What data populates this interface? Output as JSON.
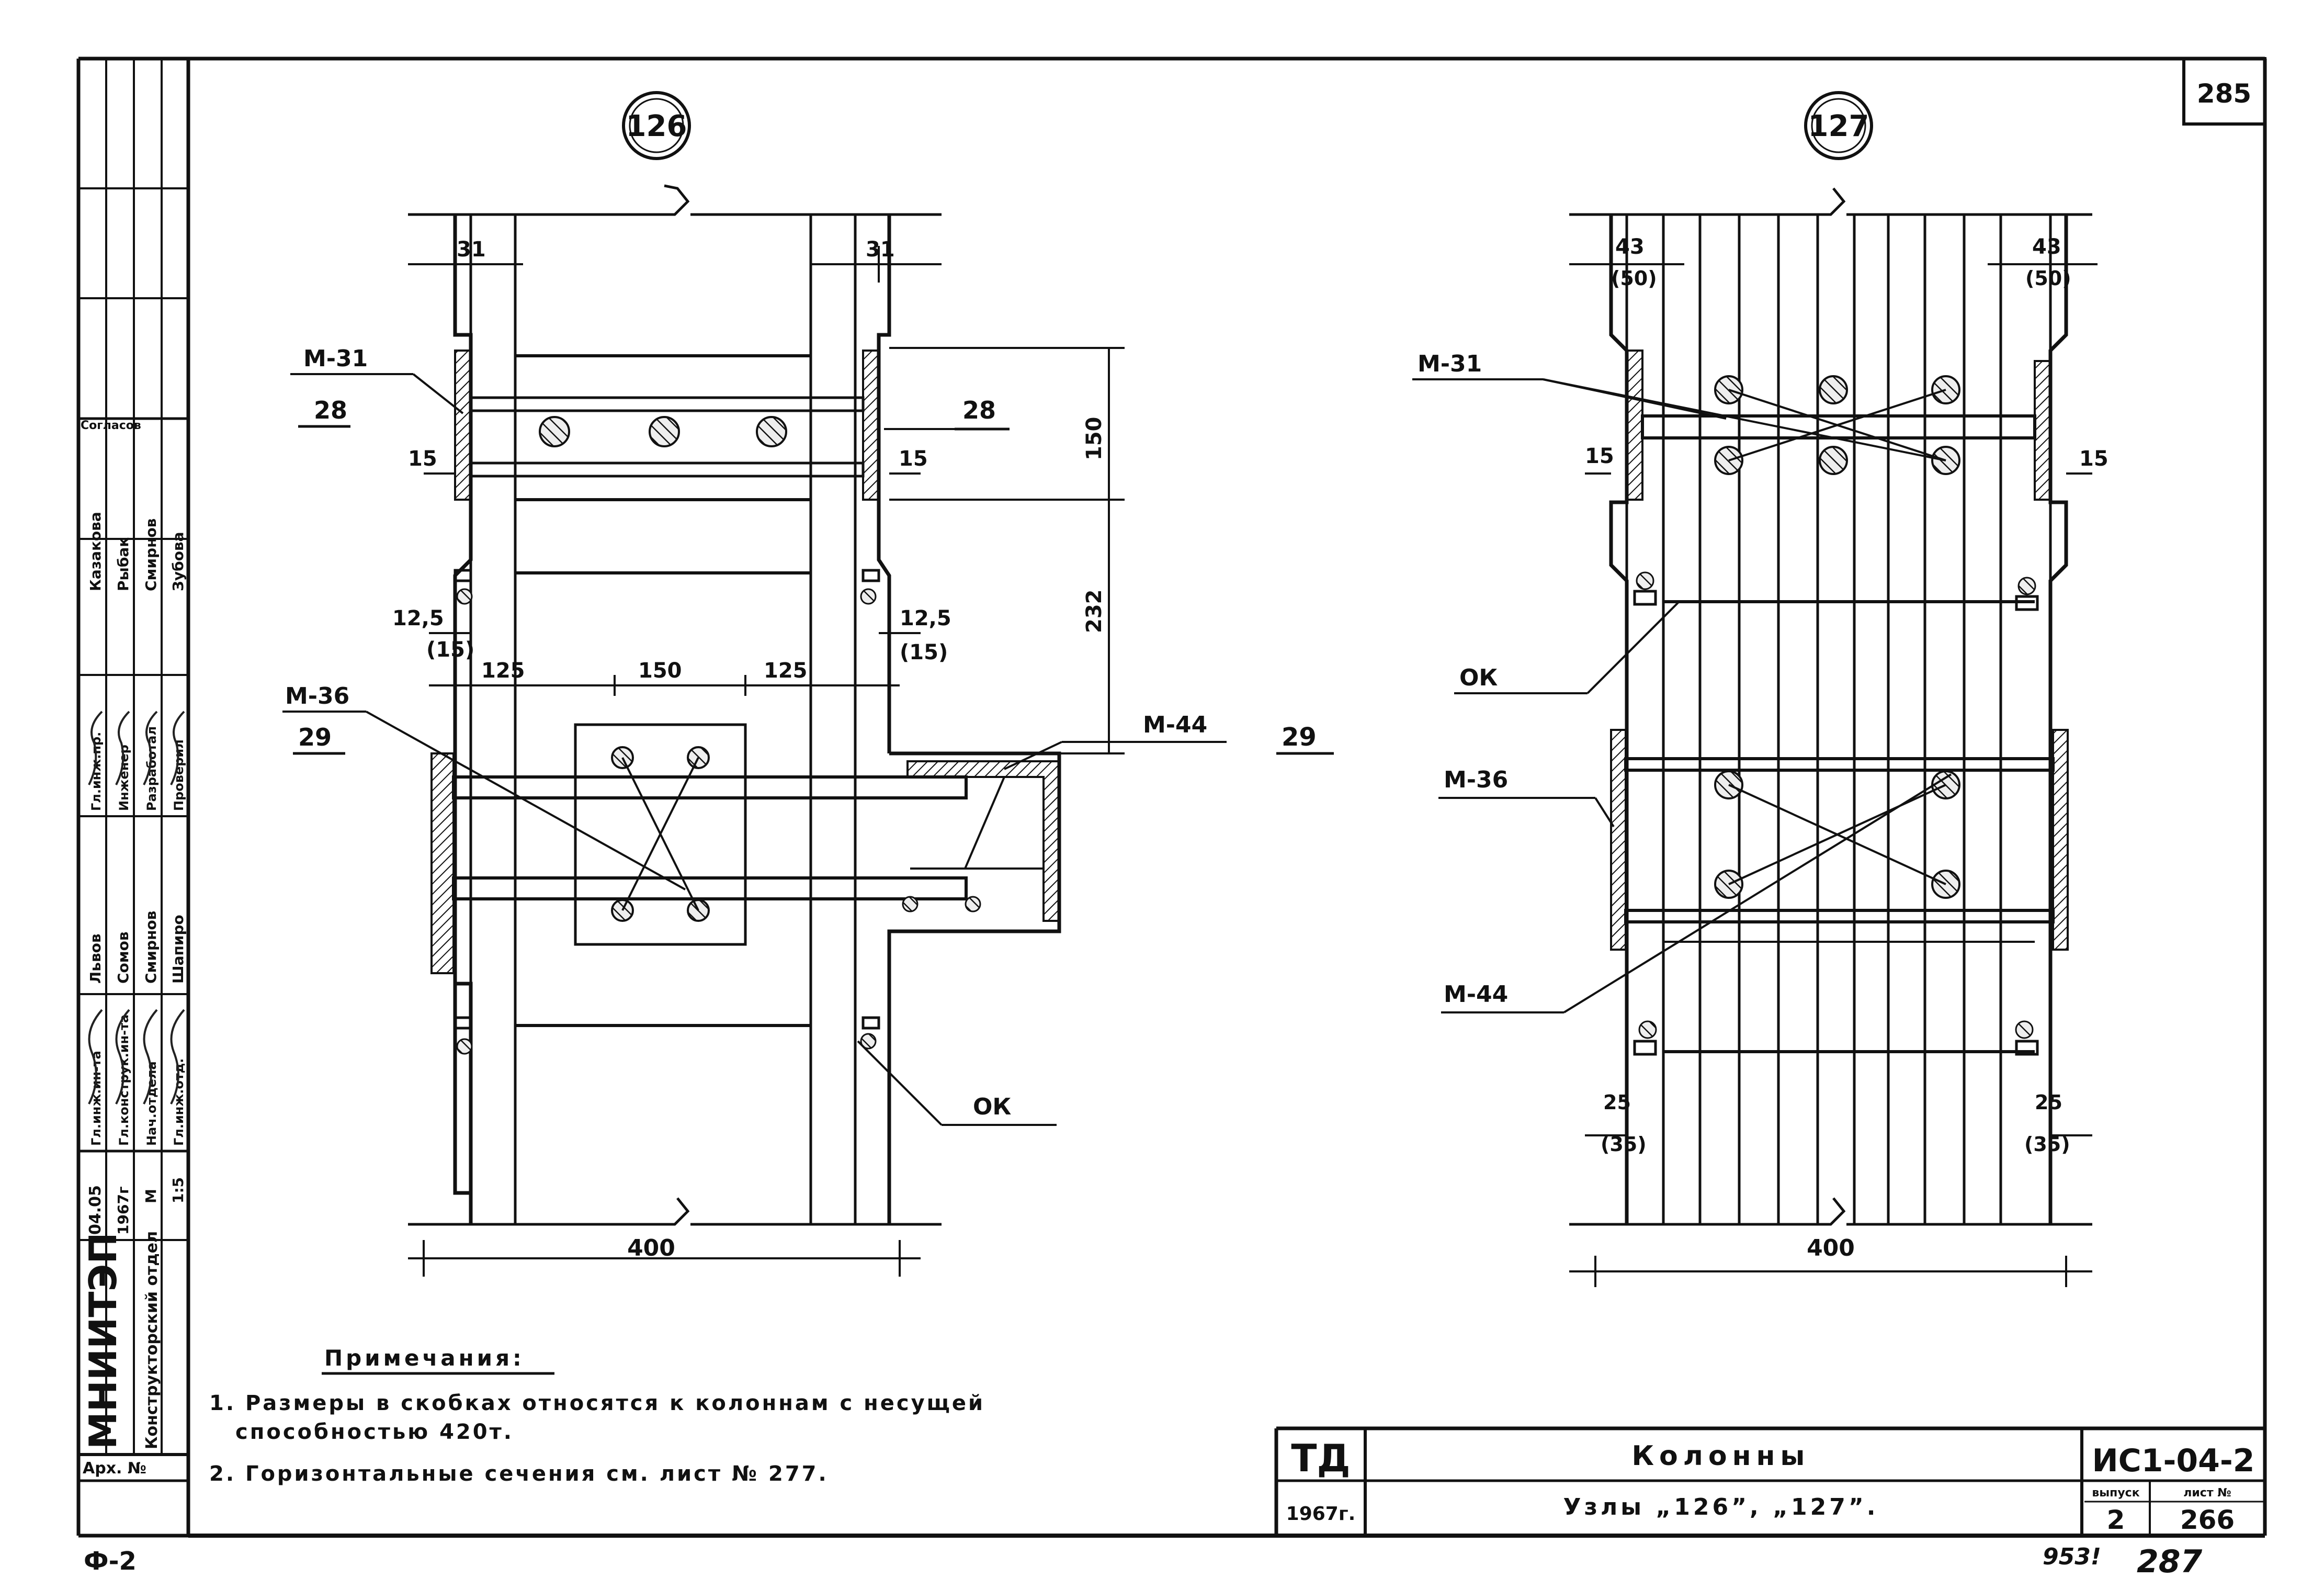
{
  "sheet": {
    "page_number": "285",
    "format": "Ф-2",
    "footer_note": "953!",
    "footer_number": "287"
  },
  "node_126": {
    "bubble": "126",
    "dims": {
      "top_left": "31",
      "top_right": "31",
      "side_left": "15",
      "side_right": "15",
      "mid_left": "12,5",
      "mid_left_b": "(15)",
      "mid_right": "12,5",
      "mid_right_b": "(15)",
      "span_left": "125",
      "span_mid": "150",
      "span_right": "125",
      "vert_upper": "150",
      "vert_lower": "232",
      "bottom": "400"
    },
    "labels": {
      "m31": "М-31",
      "sec28_left": "28",
      "sec28_right": "28",
      "m36": "М-36",
      "sec29": "29",
      "m44": "М-44",
      "ok": "ОК"
    }
  },
  "node_127": {
    "bubble": "127",
    "dims": {
      "top_left": "43",
      "top_left_b": "(50)",
      "top_right": "43",
      "top_right_b": "(50)",
      "side_left": "15",
      "side_right": "15",
      "low_left": "25",
      "low_left_b": "(35)",
      "low_right": "25",
      "low_right_b": "(35)",
      "bottom": "400"
    },
    "labels": {
      "m31": "М-31",
      "ok": "ОК",
      "m36": "М-36",
      "m44": "М-44",
      "sec29": "29"
    }
  },
  "notes": {
    "heading": "Примечания:",
    "n1_line1": "1. Размеры в скобках относятся к колоннам с несущей",
    "n1_line2": "способностью 420т.",
    "n2": "2. Горизонтальные сечения см. лист № 277."
  },
  "title_block": {
    "org": "ТД",
    "year": "1967г.",
    "title": "Колонны",
    "subtitle": "Узлы „126”, „127”.",
    "code": "ИС1-04-2",
    "issue_label": "выпуск",
    "sheet_label": "лист №",
    "issue": "2",
    "sheet_no": "266"
  },
  "side_stamp": {
    "organization": "МНИИТЭП",
    "department": "Конструкторский отдел",
    "archive": "Арх. №",
    "date": "04.05",
    "date_year": "1967г",
    "scale_label": "М",
    "scale": "1:5",
    "agreed": "Согласов",
    "roles": [
      "Гл.инж.ин-та",
      "Гл.конструк.ин-та",
      "Нач.отдела",
      "Гл.инж.отд.",
      "Гл.инж.пр.",
      "Инженер",
      "Разработал",
      "Проверил"
    ],
    "names_a": [
      "Львов",
      "Сомов",
      "Смирнов",
      "Шапиро"
    ],
    "names_b": [
      "Казакова",
      "Рыбак",
      "Смирнов",
      "Зубова"
    ]
  }
}
